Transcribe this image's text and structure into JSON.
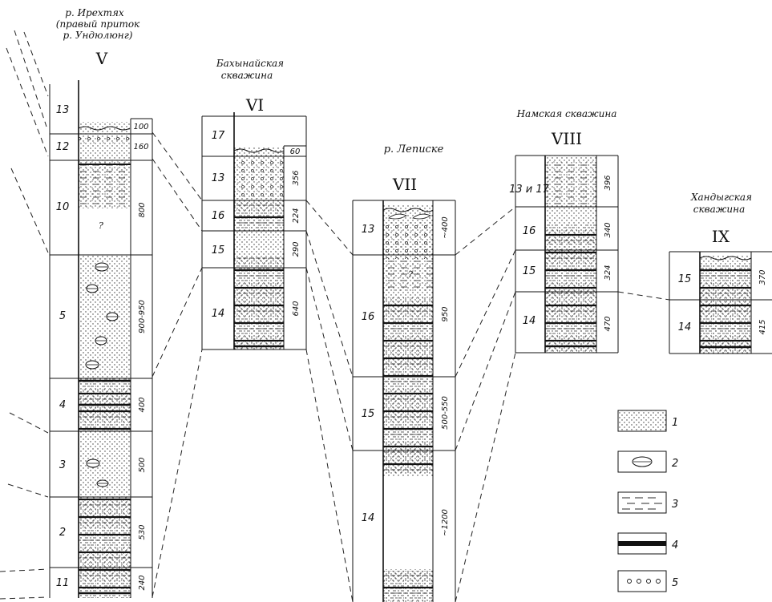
{
  "sections": [
    {
      "roman": "V",
      "heading": [
        "р. Ирехтях",
        "(правый приток",
        "р. Ундюлюнг)"
      ],
      "layers": [
        {
          "label": "13",
          "thickness": "100"
        },
        {
          "label": "12",
          "thickness": "160"
        },
        {
          "label": "10",
          "thickness": "800"
        },
        {
          "label": "5",
          "thickness": "900-950"
        },
        {
          "label": "4",
          "thickness": "400"
        },
        {
          "label": "3",
          "thickness": "500"
        },
        {
          "label": "2",
          "thickness": "530"
        },
        {
          "label": "11",
          "thickness": "240"
        }
      ]
    },
    {
      "roman": "VI",
      "heading": [
        "Бахынайская",
        "скважина"
      ],
      "layers": [
        {
          "label": "17",
          "thickness": "60"
        },
        {
          "label": "13",
          "thickness": "356"
        },
        {
          "label": "16",
          "thickness": "224"
        },
        {
          "label": "15",
          "thickness": "290"
        },
        {
          "label": "14",
          "thickness": "640"
        }
      ]
    },
    {
      "roman": "VII",
      "heading": [
        "р. Леписке"
      ],
      "layers": [
        {
          "label": "13",
          "thickness": "~400"
        },
        {
          "label": "16",
          "thickness": "950"
        },
        {
          "label": "15",
          "thickness": "500-550"
        },
        {
          "label": "14",
          "thickness": "~1200"
        }
      ]
    },
    {
      "roman": "VIII",
      "heading": [
        "Намская скважина"
      ],
      "layers": [
        {
          "label": "13 и 17",
          "thickness": "396"
        },
        {
          "label": "16",
          "thickness": "340"
        },
        {
          "label": "15",
          "thickness": "324"
        },
        {
          "label": "14",
          "thickness": "470"
        }
      ]
    },
    {
      "roman": "IX",
      "heading": [
        "Хандыгская",
        "скважина"
      ],
      "layers": [
        {
          "label": "15",
          "thickness": "370"
        },
        {
          "label": "14",
          "thickness": "415"
        }
      ]
    }
  ],
  "question_mark": "?",
  "legend": [
    {
      "key": "1",
      "pattern": "dots"
    },
    {
      "key": "2",
      "pattern": "lens"
    },
    {
      "key": "3",
      "pattern": "dashes"
    },
    {
      "key": "4",
      "pattern": "thick-bar"
    },
    {
      "key": "5",
      "pattern": "pebbles"
    }
  ]
}
